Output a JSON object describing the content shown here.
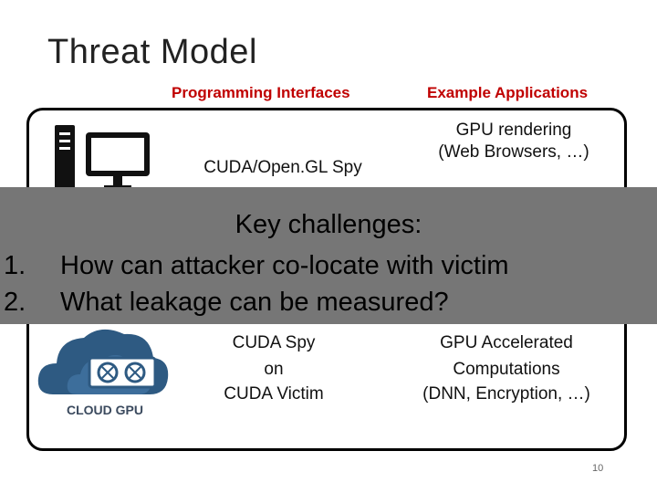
{
  "slide": {
    "title": "Threat Model",
    "page_number": "10"
  },
  "columns": {
    "programming_interfaces": "Programming Interfaces",
    "example_applications": "Example Applications"
  },
  "rows": {
    "row1": {
      "interface": "CUDA/Open.GL Spy",
      "application_line1": "GPU rendering",
      "application_line2": "(Web Browsers, …)"
    },
    "row2": {
      "interface_line1": "CUDA Spy",
      "interface_line2": "on",
      "interface_line3": "CUDA Victim",
      "application_line1": "GPU Accelerated",
      "application_line2": "Computations",
      "application_line3": "(DNN, Encryption, …)"
    }
  },
  "icons": {
    "desktop": "desktop-computer-icon",
    "cloud": "cloud-gpu-icon",
    "cloud_label": "CLOUD GPU"
  },
  "overlay": {
    "heading": "Key challenges:",
    "items": [
      {
        "num": "1.",
        "text": "How can attacker co-locate with victim"
      },
      {
        "num": "2.",
        "text": "What leakage can be measured?"
      }
    ]
  }
}
